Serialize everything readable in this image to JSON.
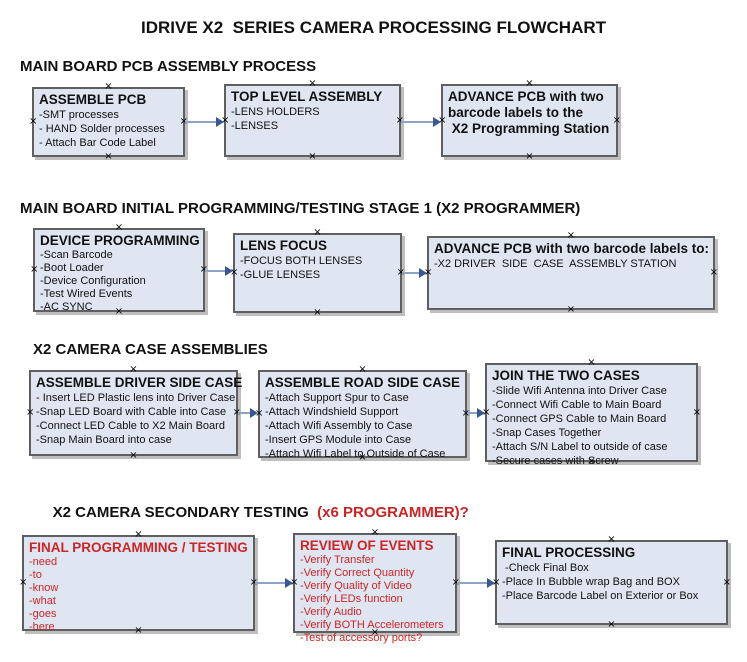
{
  "title": "IDRIVE X2  SERIES CAMERA PROCESSING FLOWCHART",
  "icons": {
    "connection_marker": "×",
    "arrow_head": "right-arrow"
  },
  "colors": {
    "box_fill": "#dfe6f2",
    "box_border": "#5f5f5f",
    "arrow_line": "#8da3c6",
    "arrow_head": "#3a5795",
    "red_text": "#cc2525",
    "text": "#111111",
    "background": "#ffffff"
  },
  "sections": [
    {
      "heading": "MAIN BOARD PCB ASSEMBLY PROCESS",
      "boxes": [
        {
          "title": "ASSEMBLE PCB",
          "lines": [
            "-SMT processes",
            "- HAND Solder processes",
            "- Attach Bar Code Label"
          ]
        },
        {
          "title": "TOP LEVEL ASSEMBLY",
          "lines": [
            "-LENS HOLDERS",
            "-LENSES"
          ]
        },
        {
          "title_lines": [
            "ADVANCE PCB with two",
            "barcode labels to the",
            " X2 Programming Station"
          ]
        }
      ]
    },
    {
      "heading": "MAIN BOARD INITIAL PROGRAMMING/TESTING STAGE 1 (X2 PROGRAMMER)",
      "boxes": [
        {
          "title": "DEVICE PROGRAMMING",
          "lines": [
            "-Scan Barcode",
            "-Boot Loader",
            "-Device Configuration",
            "-Test Wired Events",
            "-AC SYNC"
          ]
        },
        {
          "title": "LENS FOCUS",
          "lines": [
            "-FOCUS BOTH LENSES",
            "-GLUE LENSES"
          ]
        },
        {
          "title": "ADVANCE PCB with two barcode labels to:",
          "lines": [
            "-X2 DRIVER  SIDE  CASE  ASSEMBLY STATION"
          ]
        }
      ]
    },
    {
      "heading": "X2 CAMERA CASE ASSEMBLIES",
      "boxes": [
        {
          "title": "ASSEMBLE DRIVER SIDE CASE",
          "lines": [
            "- Insert LED Plastic lens into Driver Case",
            "-Snap LED Board with Cable into Case",
            "-Connect LED Cable to X2 Main Board",
            "-Snap Main Board into case"
          ]
        },
        {
          "title": "ASSEMBLE ROAD SIDE CASE",
          "lines": [
            "-Attach Support Spur to Case",
            "-Attach Windshield Support",
            "-Attach Wifi Assembly to Case",
            "-Insert GPS Module into Case",
            "-Attach Wifi Label to Outside of Case"
          ]
        },
        {
          "title": "JOIN THE TWO CASES",
          "lines": [
            "-Slide Wifi Antenna into Driver Case",
            "-Connect Wifi Cable to Main Board",
            "-Connect GPS Cable to Main Board",
            "-Snap Cases Together",
            "-Attach S/N Label to outside of case",
            "-Secure cases with Screw"
          ]
        }
      ]
    },
    {
      "heading_black": "X2 CAMERA SECONDARY TESTING  ",
      "heading_red": "(x6 PROGRAMMER)?",
      "boxes": [
        {
          "title": "FINAL PROGRAMMING / TESTING",
          "lines": [
            "-need",
            "-to",
            "-know",
            "-what",
            "-goes",
            "-here"
          ]
        },
        {
          "title": "REVIEW OF EVENTS",
          "lines": [
            "-Verify Transfer",
            "-Verify Correct Quantity",
            "-Verify Quality of Video",
            "-Verify LEDs function",
            "-Verify Audio",
            "-Verify BOTH Accelerometers",
            "-Test of accessory ports?"
          ]
        },
        {
          "title": "FINAL PROCESSING",
          "lines": [
            " -Check Final Box",
            "-Place In Bubble wrap Bag and BOX",
            "-Place Barcode Label on Exterior or Box"
          ]
        }
      ]
    }
  ]
}
